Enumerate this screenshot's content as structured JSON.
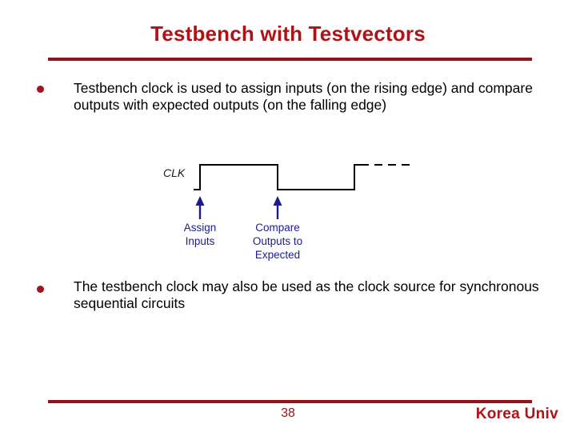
{
  "slide": {
    "title": "Testbench with Testvectors",
    "accent_color": "#B01216",
    "rule_color": "#8F1519",
    "bullet_color": "#A31319",
    "annotation_color": "#1B1B8F",
    "bullets": [
      {
        "marker": "bullet-dot",
        "text": "Testbench clock is used to assign inputs (on the rising edge) and compare outputs with expected outputs (on the falling edge)"
      },
      {
        "marker": "bullet-dot",
        "text": "The testbench clock may also be used as the clock source for synchronous sequential circuits"
      }
    ],
    "figure": {
      "signal_label": "CLK",
      "annotations": [
        {
          "lines": [
            "Assign",
            "Inputs"
          ]
        },
        {
          "lines": [
            "Compare",
            "Outputs to",
            "Expected"
          ]
        }
      ],
      "waveform_note": "clock pulse: low, rise, high, fall, low, rise, dashed continuation"
    },
    "footer": {
      "page_number": "38",
      "brand": "Korea Univ"
    }
  }
}
